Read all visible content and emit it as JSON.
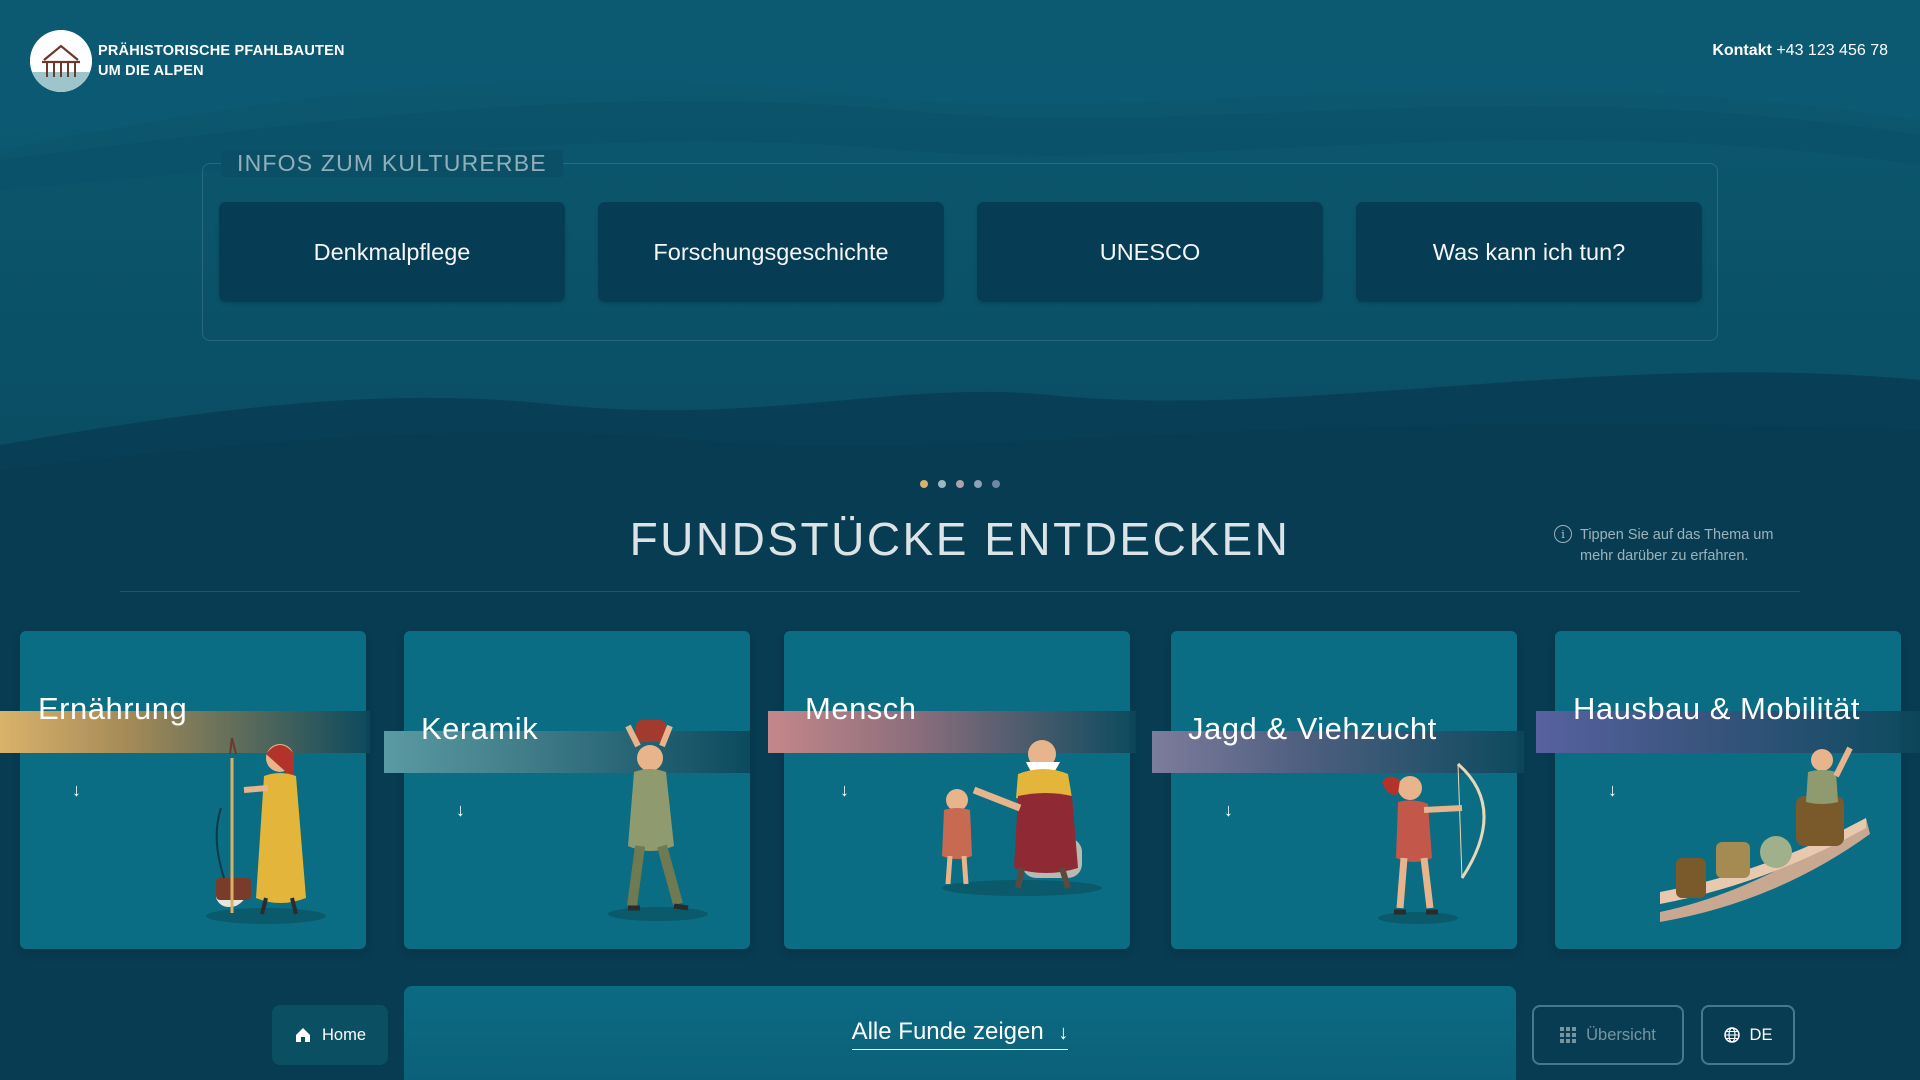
{
  "header": {
    "logo_line1": "PRÄHISTORISCHE PFAHLBAUTEN",
    "logo_line2": "UM DIE ALPEN",
    "contact_label": "Kontakt",
    "contact_phone": "+43 123 456 78"
  },
  "info": {
    "title": "INFOS ZUM KULTURERBE",
    "buttons": [
      {
        "label": "Denkmalpflege"
      },
      {
        "label": "Forschungsgeschichte"
      },
      {
        "label": "UNESCO"
      },
      {
        "label": "Was kann ich tun?"
      }
    ]
  },
  "pagination": {
    "count": 5,
    "active_index": 0,
    "colors": [
      "#d9b26a",
      "#9fb6c0",
      "#b39fac",
      "#8fa0b8",
      "#6f86aa"
    ]
  },
  "discover": {
    "title": "FUNDSTÜCKE ENTDECKEN",
    "hint_icon": "info-icon",
    "hint_line1": "Tippen Sie auf das Thema um",
    "hint_line2": "mehr darüber zu erfahren."
  },
  "topics": [
    {
      "label": "Ernährung",
      "accent": "#d9b26a",
      "icon": "arrow-down-icon",
      "figure": "woman-cooking-figure"
    },
    {
      "label": "Keramik",
      "accent": "#5a9aa2",
      "icon": "arrow-down-icon",
      "figure": "woman-carrying-pot-figure"
    },
    {
      "label": "Mensch",
      "accent": "#c4878a",
      "icon": "arrow-down-icon",
      "figure": "elder-and-child-figure"
    },
    {
      "label": "Jagd & Viehzucht",
      "accent": "#7e7c9c",
      "icon": "arrow-down-icon",
      "figure": "archer-figure"
    },
    {
      "label": "Hausbau & Mobilität",
      "accent": "#5762a0",
      "icon": "arrow-down-icon",
      "figure": "man-in-boat-figure"
    }
  ],
  "bottom": {
    "home_label": "Home",
    "all_finds_label": "Alle Funde zeigen",
    "overview_label": "Übersicht",
    "language_label": "DE"
  }
}
